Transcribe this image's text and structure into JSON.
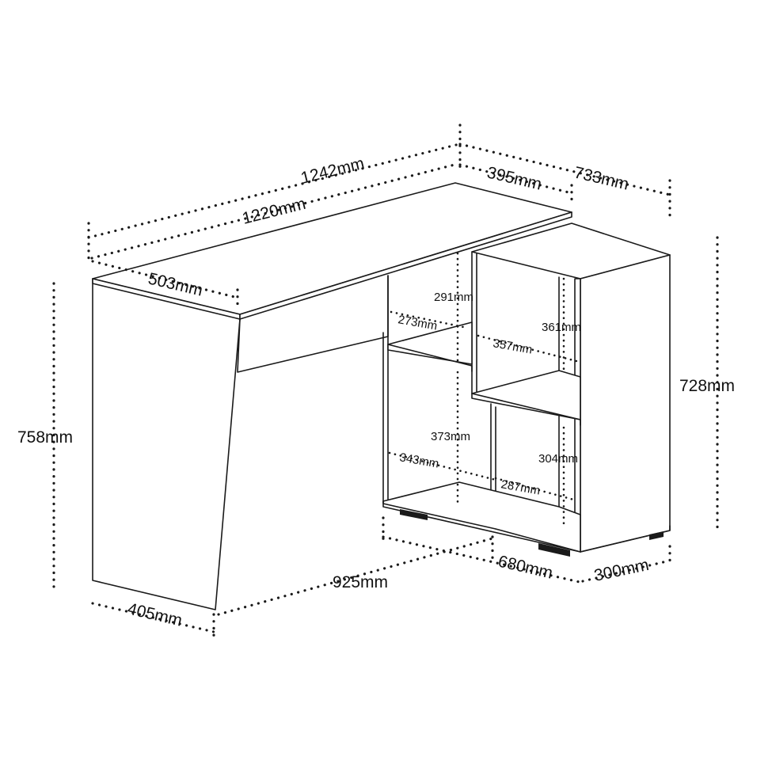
{
  "dimensions": {
    "length_outer": "1242mm",
    "length_top": "1220mm",
    "side_depth_top": "395mm",
    "side_overall": "733mm",
    "desk_depth": "503mm",
    "desk_height": "758mm",
    "shelf_height": "728mm",
    "upper_left_height": "291mm",
    "upper_left_width": "273mm",
    "upper_right_height": "361mm",
    "upper_right_depth": "357mm",
    "lower_left_height": "373mm",
    "lower_left_width": "343mm",
    "lower_right_height": "304mm",
    "lower_right_depth": "287mm",
    "base_leg": "405mm",
    "base_length": "925mm",
    "base_shelf": "680mm",
    "base_side": "300mm"
  }
}
